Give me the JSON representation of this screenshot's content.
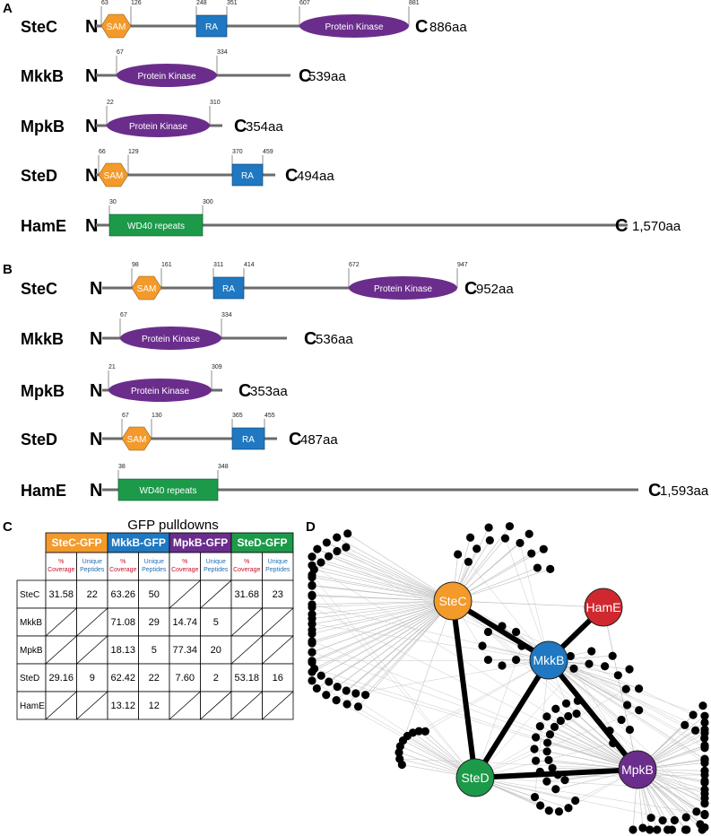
{
  "colors": {
    "sam": "#F39A2B",
    "ra": "#1F78C1",
    "kinase": "#6B2D8C",
    "wd40": "#1C9A4A",
    "backbone": "#6b6b6b",
    "node_stec": "#F39A2B",
    "node_mkkb": "#1F78C1",
    "node_mpkb": "#6B2D8C",
    "node_sted": "#1C9A4A",
    "node_hame": "#D0282F",
    "peripheral": "#000000"
  },
  "panels": {
    "A": {
      "letter": "A",
      "proteins": [
        {
          "name": "SteC",
          "n": "N",
          "c": "C",
          "length": "886aa",
          "domains": [
            {
              "type": "sam",
              "label": "SAM",
              "start": "63",
              "end": "126"
            },
            {
              "type": "ra",
              "label": "RA",
              "start": "248",
              "end": "351"
            },
            {
              "type": "kinase",
              "label": "Protein Kinase",
              "start": "607",
              "end": "881"
            }
          ]
        },
        {
          "name": "MkkB",
          "n": "N",
          "c": "C",
          "length": "539aa",
          "domains": [
            {
              "type": "kinase",
              "label": "Protein Kinase",
              "start": "67",
              "end": "334"
            }
          ]
        },
        {
          "name": "MpkB",
          "n": "N",
          "c": "C",
          "length": "354aa",
          "domains": [
            {
              "type": "kinase",
              "label": "Protein Kinase",
              "start": "22",
              "end": "310"
            }
          ]
        },
        {
          "name": "SteD",
          "n": "N",
          "c": "C",
          "length": "494aa",
          "domains": [
            {
              "type": "sam",
              "label": "SAM",
              "start": "66",
              "end": "129"
            },
            {
              "type": "ra",
              "label": "RA",
              "start": "370",
              "end": "459"
            }
          ]
        },
        {
          "name": "HamE",
          "n": "N",
          "c": "C",
          "length": "1,570aa",
          "domains": [
            {
              "type": "wd40",
              "label": "WD40 repeats",
              "start": "30",
              "end": "300"
            }
          ]
        }
      ]
    },
    "B": {
      "letter": "B",
      "proteins": [
        {
          "name": "SteC",
          "n": "N",
          "c": "C",
          "length": "952aa",
          "domains": [
            {
              "type": "sam",
              "label": "SAM",
              "start": "98",
              "end": "161"
            },
            {
              "type": "ra",
              "label": "RA",
              "start": "311",
              "end": "414"
            },
            {
              "type": "kinase",
              "label": "Protein Kinase",
              "start": "672",
              "end": "947"
            }
          ]
        },
        {
          "name": "MkkB",
          "n": "N",
          "c": "C",
          "length": "536aa",
          "domains": [
            {
              "type": "kinase",
              "label": "Protein Kinase",
              "start": "67",
              "end": "334"
            }
          ]
        },
        {
          "name": "MpkB",
          "n": "N",
          "c": "C",
          "length": "353aa",
          "domains": [
            {
              "type": "kinase",
              "label": "Protein Kinase",
              "start": "21",
              "end": "309"
            }
          ]
        },
        {
          "name": "SteD",
          "n": "N",
          "c": "C",
          "length": "487aa",
          "domains": [
            {
              "type": "sam",
              "label": "SAM",
              "start": "67",
              "end": "130"
            },
            {
              "type": "ra",
              "label": "RA",
              "start": "365",
              "end": "455"
            }
          ]
        },
        {
          "name": "HamE",
          "n": "N",
          "c": "C",
          "length": "1,593aa",
          "domains": [
            {
              "type": "wd40",
              "label": "WD40 repeats",
              "start": "38",
              "end": "348"
            }
          ]
        }
      ]
    },
    "C": {
      "letter": "C",
      "title": "GFP pulldowns",
      "baits": [
        {
          "label": "SteC-GFP",
          "color": "#F39A2B"
        },
        {
          "label": "MkkB-GFP",
          "color": "#1F78C1"
        },
        {
          "label": "MpkB-GFP",
          "color": "#6B2D8C"
        },
        {
          "label": "SteD-GFP",
          "color": "#1C9A4A"
        }
      ],
      "sub_coverage": [
        "%",
        "Coverage"
      ],
      "sub_peptides": [
        "Unique",
        "Peptides"
      ],
      "rows": [
        {
          "label": "SteC",
          "cells": [
            "31.58",
            "22",
            "63.26",
            "50",
            "/",
            "/",
            "31.68",
            "23"
          ]
        },
        {
          "label": "MkkB",
          "cells": [
            "/",
            "/",
            "71.08",
            "29",
            "14.74",
            "5",
            "/",
            "/"
          ]
        },
        {
          "label": "MpkB",
          "cells": [
            "/",
            "/",
            "18.13",
            "5",
            "77.34",
            "20",
            "/",
            "/"
          ]
        },
        {
          "label": "SteD",
          "cells": [
            "29.16",
            "9",
            "62.42",
            "22",
            "7.60",
            "2",
            "53.18",
            "16"
          ]
        },
        {
          "label": "HamE",
          "cells": [
            "/",
            "/",
            "13.12",
            "12",
            "/",
            "/",
            "/",
            "/"
          ]
        }
      ]
    },
    "D": {
      "letter": "D",
      "hubs": [
        {
          "id": "stec",
          "label": "SteC"
        },
        {
          "id": "mkkb",
          "label": "MkkB"
        },
        {
          "id": "mpkb",
          "label": "MpkB"
        },
        {
          "id": "sted",
          "label": "SteD"
        },
        {
          "id": "hame",
          "label": "HamE"
        }
      ],
      "strong_edges": [
        [
          "stec",
          "mkkb"
        ],
        [
          "stec",
          "sted"
        ],
        [
          "mkkb",
          "sted"
        ],
        [
          "mkkb",
          "mpkb"
        ],
        [
          "sted",
          "mpkb"
        ],
        [
          "mkkb",
          "hame"
        ]
      ]
    }
  }
}
